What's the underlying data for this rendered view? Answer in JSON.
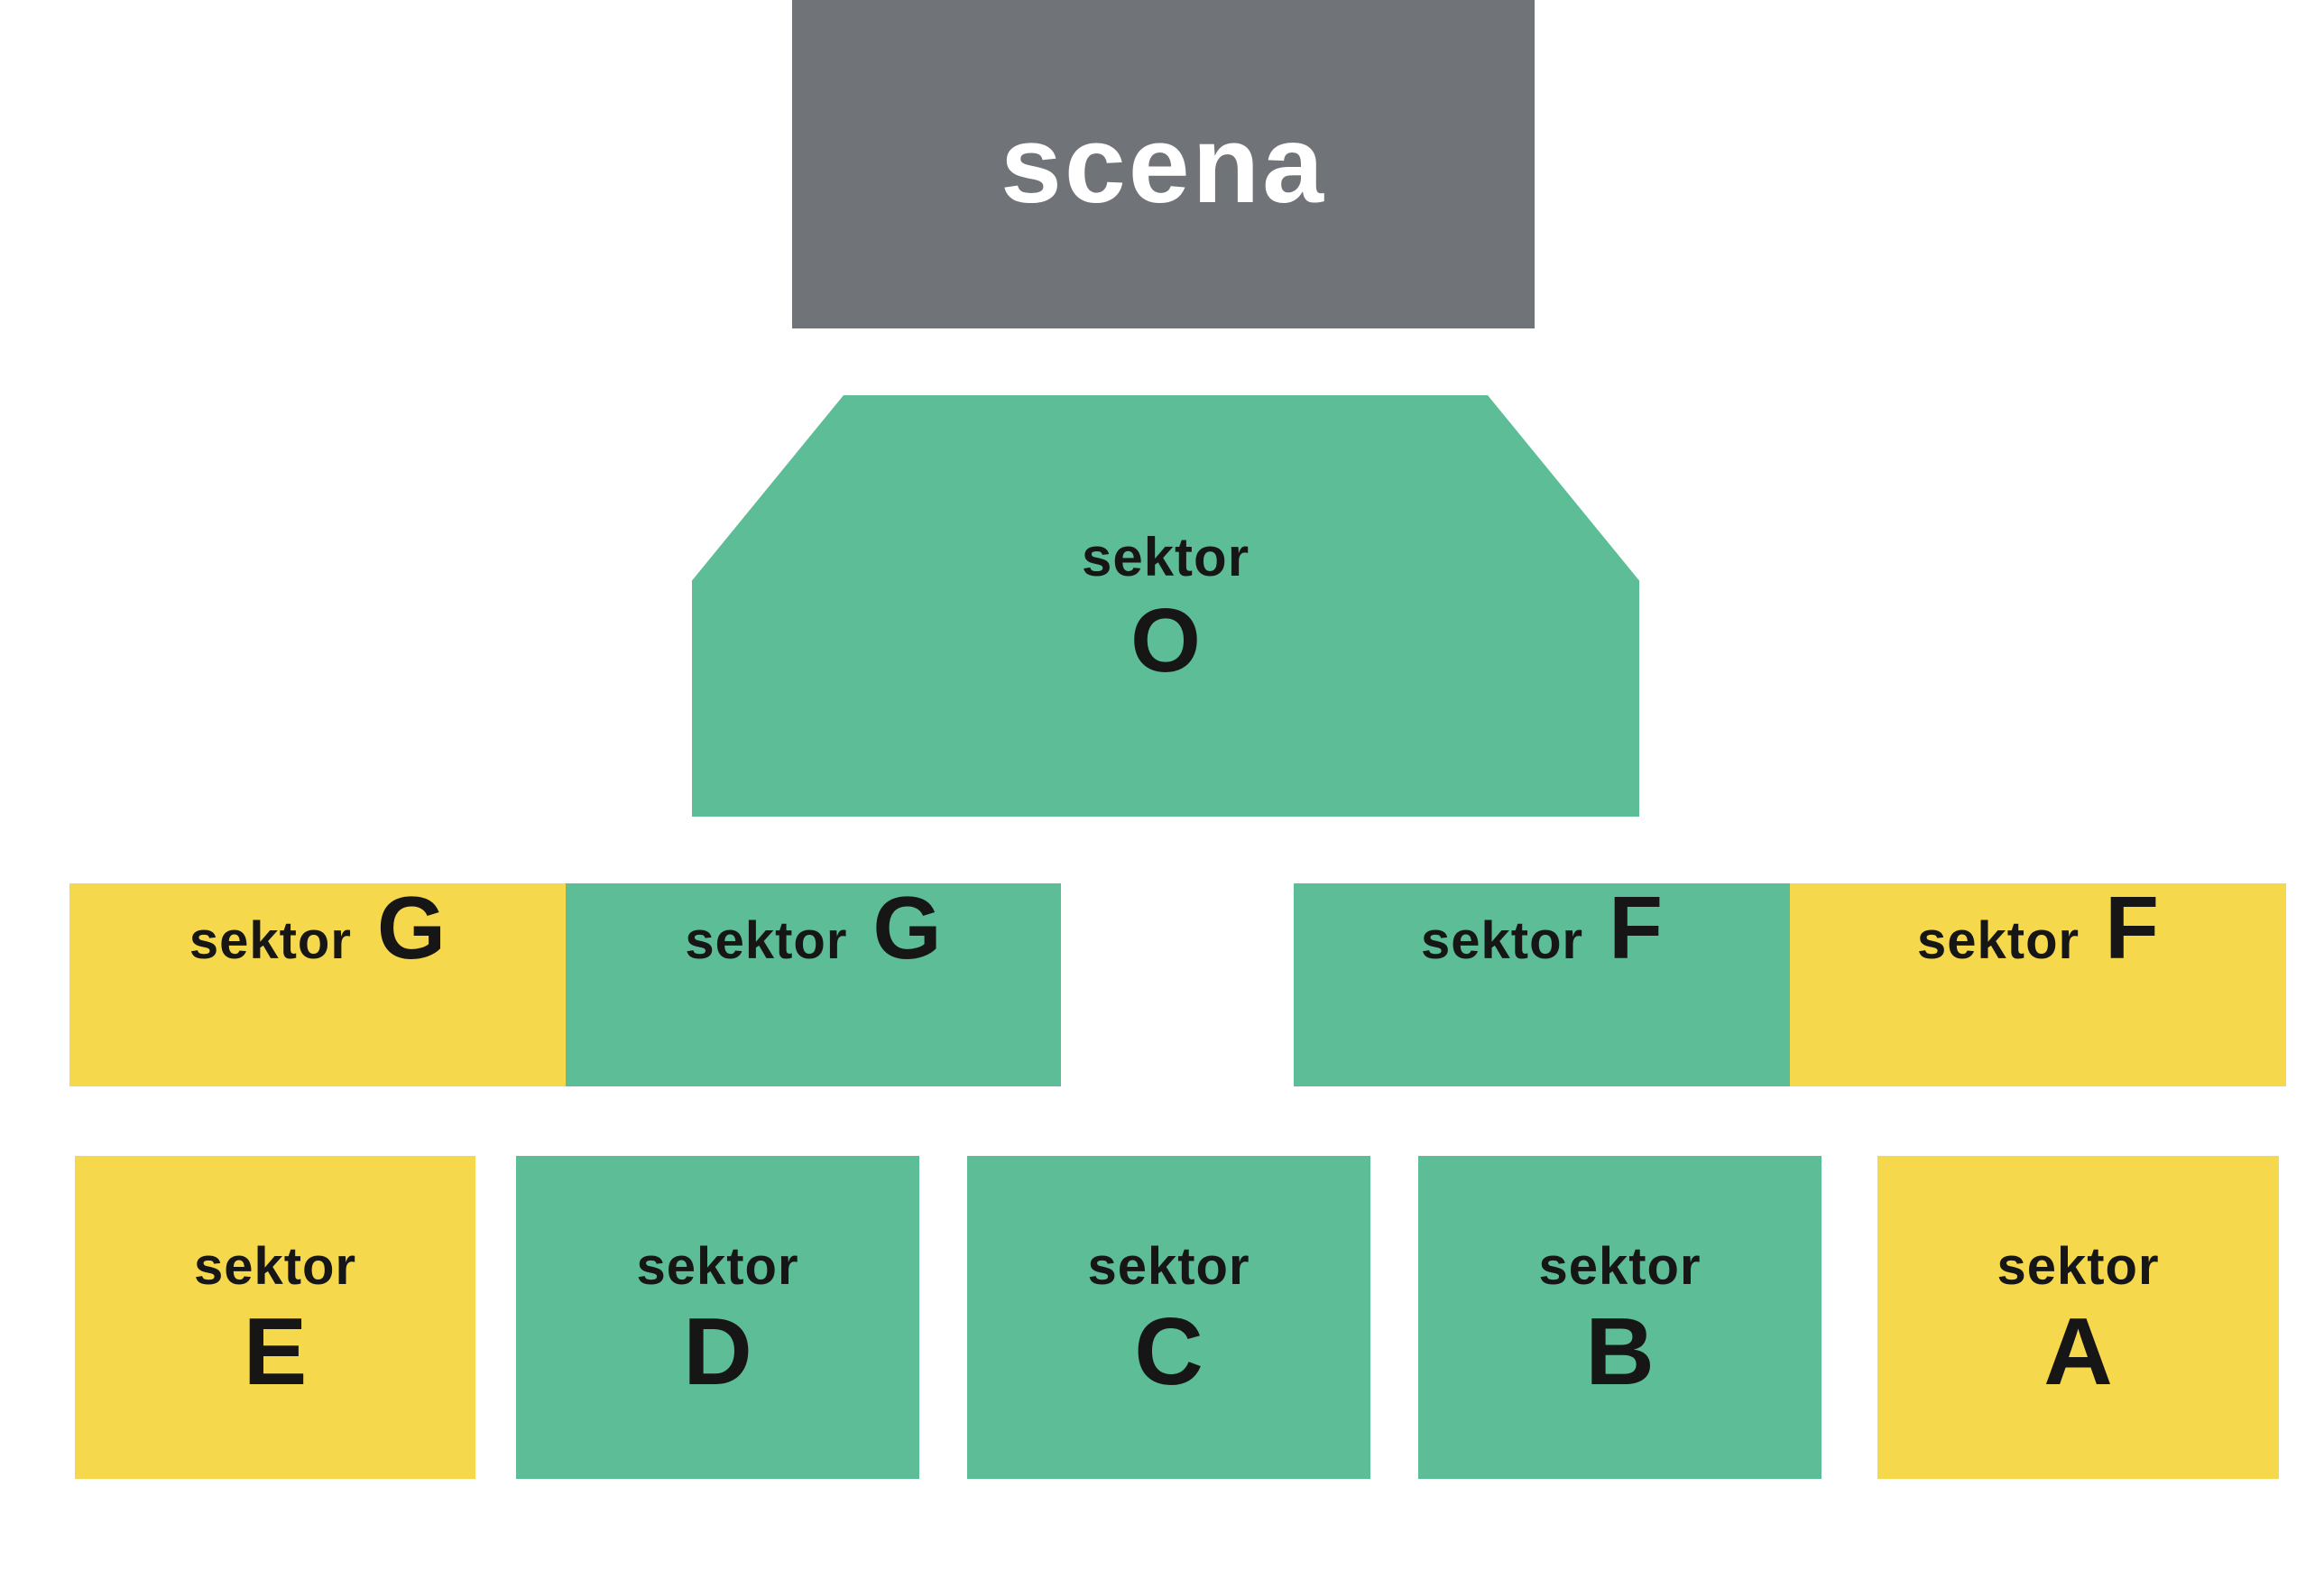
{
  "stage": {
    "label": "scena"
  },
  "colors": {
    "stage_bg": "#707478",
    "stage_text": "#ffffff",
    "sector_green": "#5cbd96",
    "sector_yellow": "#f6d84c",
    "label_text": "#161616",
    "background": "#ffffff"
  },
  "sectors": [
    {
      "name": "sektor-o",
      "prefix": "sektor",
      "letter": "O",
      "color": "green"
    },
    {
      "name": "sektor-g-outer",
      "prefix": "sektor",
      "letter": "G",
      "color": "yellow"
    },
    {
      "name": "sektor-g-inner",
      "prefix": "sektor",
      "letter": "G",
      "color": "green"
    },
    {
      "name": "sektor-f-inner",
      "prefix": "sektor",
      "letter": "F",
      "color": "green"
    },
    {
      "name": "sektor-f-outer",
      "prefix": "sektor",
      "letter": "F",
      "color": "yellow"
    },
    {
      "name": "sektor-e",
      "prefix": "sektor",
      "letter": "E",
      "color": "yellow"
    },
    {
      "name": "sektor-d",
      "prefix": "sektor",
      "letter": "D",
      "color": "green"
    },
    {
      "name": "sektor-c",
      "prefix": "sektor",
      "letter": "C",
      "color": "green"
    },
    {
      "name": "sektor-b",
      "prefix": "sektor",
      "letter": "B",
      "color": "green"
    },
    {
      "name": "sektor-a",
      "prefix": "sektor",
      "letter": "A",
      "color": "yellow"
    }
  ]
}
